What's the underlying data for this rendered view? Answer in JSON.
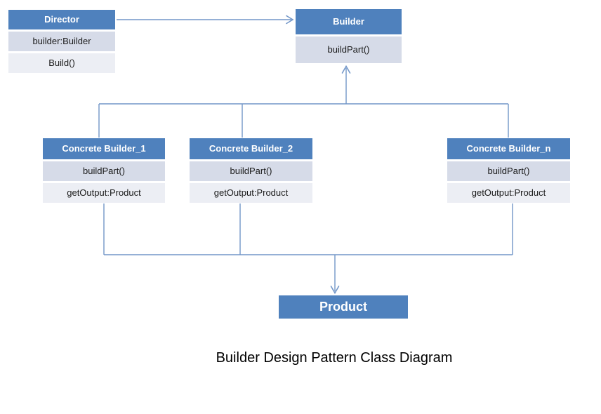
{
  "title": "Builder Design Pattern Class Diagram",
  "colors": {
    "header_fill": "#4f81bd",
    "row_primary_fill": "#d6dbe8",
    "row_secondary_fill": "#eceef4",
    "connector": "#7296c8",
    "header_text": "#ffffff",
    "member_text": "#1a1a1a",
    "title_text": "#000000"
  },
  "classes": {
    "director": {
      "name": "Director",
      "members": [
        "builder:Builder",
        "Build()"
      ]
    },
    "builder": {
      "name": "Builder",
      "members": [
        "buildPart()"
      ]
    },
    "concrete_builder_1": {
      "name": "Concrete Builder_1",
      "members": [
        "buildPart()",
        "getOutput:Product"
      ]
    },
    "concrete_builder_2": {
      "name": "Concrete Builder_2",
      "members": [
        "buildPart()",
        "getOutput:Product"
      ]
    },
    "concrete_builder_n": {
      "name": "Concrete Builder_n",
      "members": [
        "buildPart()",
        "getOutput:Product"
      ]
    },
    "product": {
      "name": "Product"
    }
  },
  "relationships": [
    {
      "from": "Director",
      "to": "Builder",
      "type": "association-arrow"
    },
    {
      "from": "Concrete Builder_1",
      "to": "Builder",
      "type": "generalization"
    },
    {
      "from": "Concrete Builder_2",
      "to": "Builder",
      "type": "generalization"
    },
    {
      "from": "Concrete Builder_n",
      "to": "Builder",
      "type": "generalization"
    },
    {
      "from": "Concrete Builders",
      "to": "Product",
      "type": "creates-arrow"
    }
  ]
}
